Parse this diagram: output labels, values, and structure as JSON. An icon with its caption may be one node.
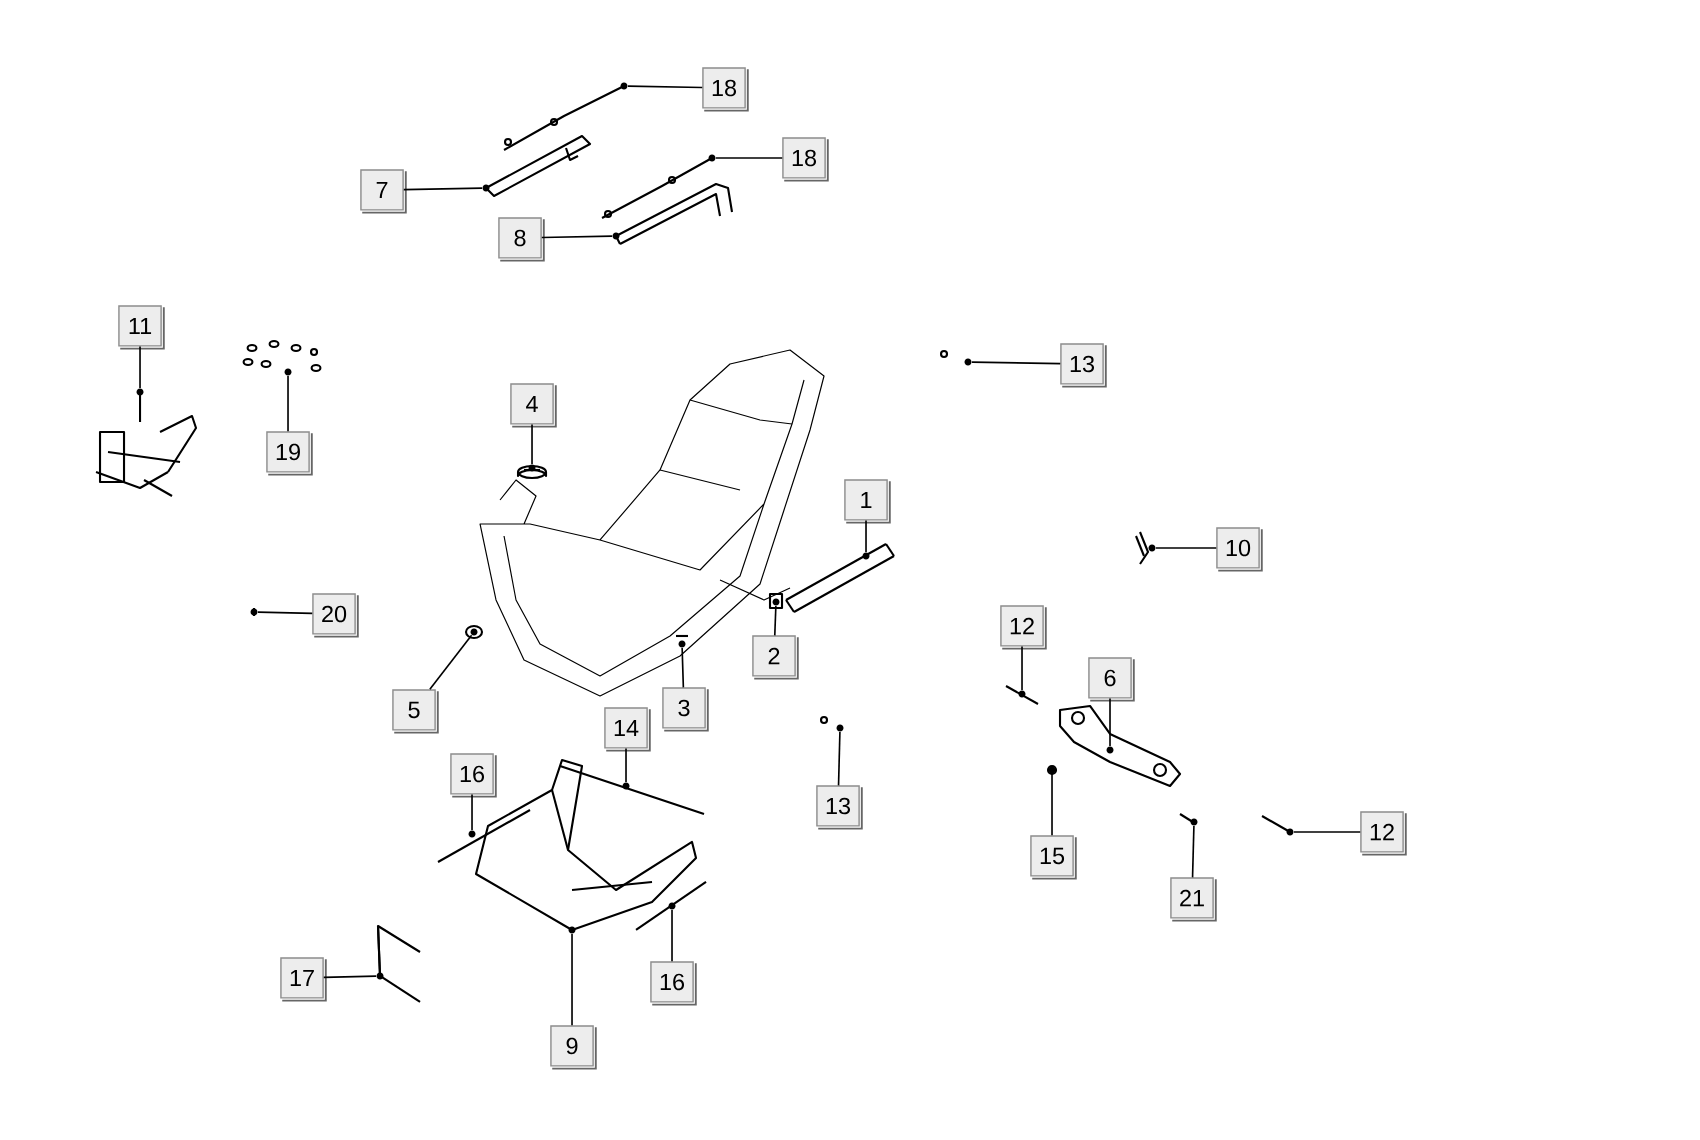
{
  "diagram": {
    "nodes": [
      {
        "text": [
          "18"
        ]
      },
      {
        "text": [],
        "shape": "picture"
      },
      {
        "text": [
          "7"
        ]
      },
      {
        "text": [],
        "shape": "picture"
      },
      {
        "text": [
          "18"
        ]
      },
      {
        "text": [],
        "shape": "picture"
      },
      {
        "text": [
          "8"
        ]
      },
      {
        "text": [],
        "shape": "picture"
      },
      {
        "text": [
          "11"
        ]
      },
      {
        "text": [],
        "shape": "picture"
      },
      {
        "text": [
          "13"
        ]
      },
      {
        "text": [],
        "shape": "picture"
      },
      {
        "text": [
          "19"
        ]
      },
      {
        "text": [],
        "shape": "picture"
      },
      {
        "text": [
          "4"
        ]
      },
      {
        "text": [],
        "shape": "picture"
      },
      {
        "text": [
          "1"
        ]
      },
      {
        "text": [],
        "shape": "picture"
      },
      {
        "text": [
          "10"
        ]
      },
      {
        "text": [],
        "shape": "picture"
      },
      {
        "text": [
          "20"
        ]
      },
      {
        "text": [],
        "shape": "picture"
      },
      {
        "text": [
          "12"
        ]
      },
      {
        "text": [],
        "shape": "picture"
      },
      {
        "text": [
          "2"
        ]
      },
      {
        "text": [],
        "shape": "picture"
      },
      {
        "text": [
          "6"
        ]
      },
      {
        "text": [],
        "shape": "picture"
      },
      {
        "text": [
          "5"
        ]
      },
      {
        "text": [],
        "shape": "picture"
      },
      {
        "text": [
          "3"
        ]
      },
      {
        "text": [],
        "shape": "picture"
      },
      {
        "text": [
          "14"
        ]
      },
      {
        "text": [],
        "shape": "picture"
      },
      {
        "text": [
          "16"
        ]
      },
      {
        "text": [],
        "shape": "picture"
      },
      {
        "text": [
          "13"
        ]
      },
      {
        "text": [],
        "shape": "picture"
      },
      {
        "text": [
          "12"
        ]
      },
      {
        "text": [],
        "shape": "picture"
      },
      {
        "text": [
          "15"
        ]
      },
      {
        "text": [],
        "shape": "picture"
      },
      {
        "text": [
          "21"
        ]
      },
      {
        "text": [],
        "shape": "picture"
      },
      {
        "text": [
          "17"
        ]
      },
      {
        "text": [],
        "shape": "picture"
      },
      {
        "text": [
          "16"
        ]
      },
      {
        "text": [],
        "shape": "picture"
      },
      {
        "text": [
          "9"
        ]
      },
      {
        "text": [],
        "shape": "picture"
      }
    ],
    "edges": [
      {
        "from": 0,
        "to": 1,
        "arrow": "none"
      },
      {
        "from": 2,
        "to": 3,
        "arrow": "none"
      },
      {
        "from": 4,
        "to": 5,
        "arrow": "none"
      },
      {
        "from": 6,
        "to": 7,
        "arrow": "none"
      },
      {
        "from": 8,
        "to": 9,
        "arrow": "none"
      },
      {
        "from": 10,
        "to": 11,
        "arrow": "none"
      },
      {
        "from": 12,
        "to": 13,
        "arrow": "none"
      },
      {
        "from": 14,
        "to": 15,
        "arrow": "none"
      },
      {
        "from": 16,
        "to": 17,
        "arrow": "none"
      },
      {
        "from": 18,
        "to": 19,
        "arrow": "none"
      },
      {
        "from": 20,
        "to": 21,
        "arrow": "none"
      },
      {
        "from": 22,
        "to": 23,
        "arrow": "none"
      },
      {
        "from": 24,
        "to": 25,
        "arrow": "none"
      },
      {
        "from": 26,
        "to": 27,
        "arrow": "none"
      },
      {
        "from": 28,
        "to": 29,
        "arrow": "none"
      },
      {
        "from": 30,
        "to": 31,
        "arrow": "none"
      },
      {
        "from": 32,
        "to": 33,
        "arrow": "none"
      },
      {
        "from": 34,
        "to": 35,
        "arrow": "none"
      },
      {
        "from": 36,
        "to": 37,
        "arrow": "none"
      },
      {
        "from": 38,
        "to": 39,
        "arrow": "none"
      },
      {
        "from": 40,
        "to": 41,
        "arrow": "none"
      },
      {
        "from": 42,
        "to": 43,
        "arrow": "none"
      },
      {
        "from": 44,
        "to": 45,
        "arrow": "none"
      },
      {
        "from": 46,
        "to": 47,
        "arrow": "none"
      },
      {
        "from": 48,
        "to": 49,
        "arrow": "none"
      }
    ]
  }
}
